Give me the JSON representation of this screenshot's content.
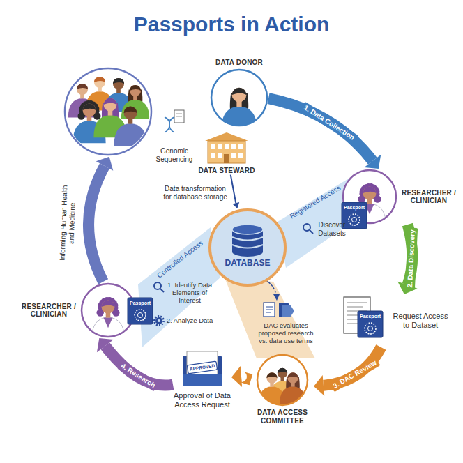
{
  "diagram": {
    "title": "Passports in Action",
    "nodes": [
      {
        "text": [
          "DATA DONOR"
        ]
      },
      {
        "text": [
          "DATA STEWARD"
        ]
      },
      {
        "text": [
          "RESEARCHER / CLINICIAN"
        ]
      },
      {
        "text": [
          "DATABASE"
        ]
      },
      {
        "text": [
          "Request Access to Dataset"
        ]
      },
      {
        "text": [
          "DATA ACCESS COMMITTEE"
        ]
      },
      {
        "text": [
          "Approval of Data Access Request"
        ]
      },
      {
        "text": [
          "RESEARCHER / CLINICIAN"
        ]
      }
    ],
    "edges": [
      {
        "from": 0,
        "to": 2,
        "arrow": "to",
        "label": "1. Data Collection"
      },
      {
        "from": 2,
        "to": 4,
        "arrow": "to",
        "label": "2. Data Discovery"
      },
      {
        "from": 4,
        "to": 5,
        "arrow": "to",
        "label": "3. DAC Review"
      },
      {
        "from": 5,
        "to": 6,
        "arrow": "to"
      },
      {
        "from": 6,
        "to": 7,
        "arrow": "to",
        "label": "4. Research"
      },
      {
        "from": 1,
        "to": 3,
        "arrow": "to",
        "label": "Data transformation for database storage"
      }
    ],
    "labels": [
      "Genomic Sequencing",
      "Registered Access",
      "Discover Datasets",
      "Controlled Access",
      "1. Identify Data Elements of Interest",
      "2. Analyze Data",
      "DAC evaluates proposed research vs. data use terms",
      "Passport",
      "Passport",
      "Passport",
      "APPROVED",
      "Informing Human Health and Medicine"
    ]
  }
}
